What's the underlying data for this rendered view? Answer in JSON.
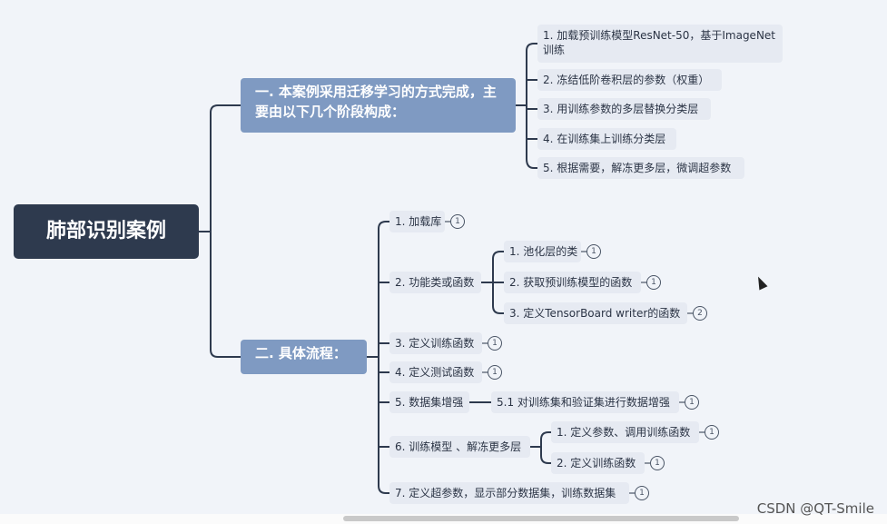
{
  "mindmap": {
    "root": "肺部识别案例",
    "branch1": {
      "label": "一. 本案例采用迁移学习的方式完成，主要由以下几个阶段构成：",
      "items": [
        "1. 加载预训练模型ResNet-50，基于ImageNet训练",
        "2. 冻结低阶卷积层的参数（权重）",
        "3. 用训练参数的多层替换分类层",
        "4. 在训练集上训练分类层",
        "5. 根据需要，解冻更多层，微调超参数"
      ]
    },
    "branch2": {
      "label": "二. 具体流程：",
      "items": [
        {
          "label": "1. 加载库",
          "badge": "1"
        },
        {
          "label": "2. 功能类或函数",
          "children": [
            {
              "label": "1. 池化层的类",
              "badge": "1"
            },
            {
              "label": "2. 获取预训练模型的函数",
              "badge": "1"
            },
            {
              "label": "3. 定义TensorBoard writer的函数",
              "badge": "2"
            }
          ]
        },
        {
          "label": "3. 定义训练函数",
          "badge": "1"
        },
        {
          "label": "4. 定义测试函数",
          "badge": "1"
        },
        {
          "label": "5. 数据集增强",
          "children": [
            {
              "label": "5.1 对训练集和验证集进行数据增强",
              "badge": "1"
            }
          ]
        },
        {
          "label": "6. 训练模型 、解冻更多层",
          "children": [
            {
              "label": "1. 定义参数、调用训练函数",
              "badge": "1"
            },
            {
              "label": "2. 定义训练函数",
              "badge": "1"
            }
          ]
        },
        {
          "label": "7. 定义超参数，显示部分数据集，训练数据集",
          "badge": "1"
        }
      ]
    }
  },
  "watermark": "CSDN @QT-Smile",
  "colors": {
    "root": "#2e3a4e",
    "branch": "#7f9ac2",
    "node": "#e6eaf2",
    "line": "#2e3a4e",
    "background": "#f1f4f9"
  }
}
